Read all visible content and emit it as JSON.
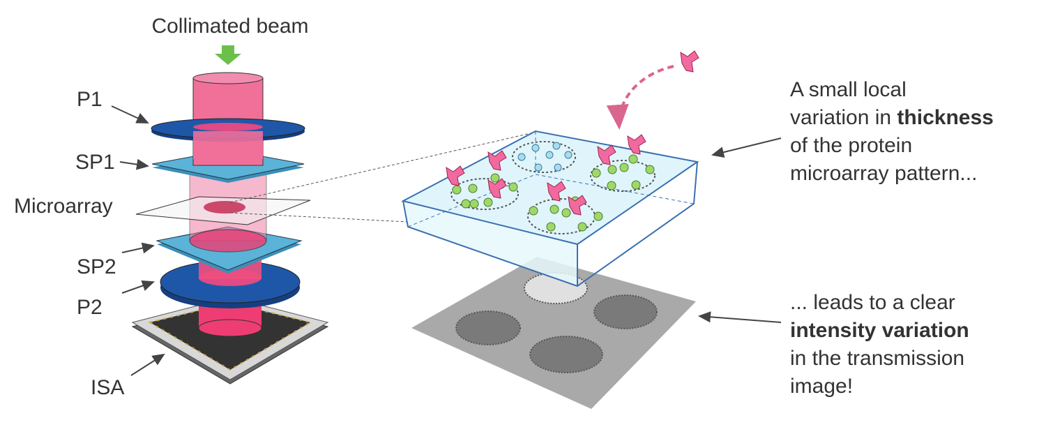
{
  "title": "Collimated beam",
  "labels": {
    "p1": "P1",
    "sp1": "SP1",
    "microarray": "Microarray",
    "sp2": "SP2",
    "p2": "P2",
    "isa": "ISA"
  },
  "annotation_top": {
    "l1": "A small local",
    "l2a": "variation in ",
    "l2b": "thickness",
    "l3": "of the protein",
    "l4": "microarray pattern..."
  },
  "annotation_bottom": {
    "l1": "...  leads to a clear",
    "l2": "intensity variation",
    "l3": "in the transmission",
    "l4": "image!"
  },
  "colors": {
    "beam": "#f0507e",
    "polarizer": "#1f57a8",
    "sp": "#4aa3c8",
    "arrow_green": "#6cc04a",
    "text": "#333333"
  }
}
